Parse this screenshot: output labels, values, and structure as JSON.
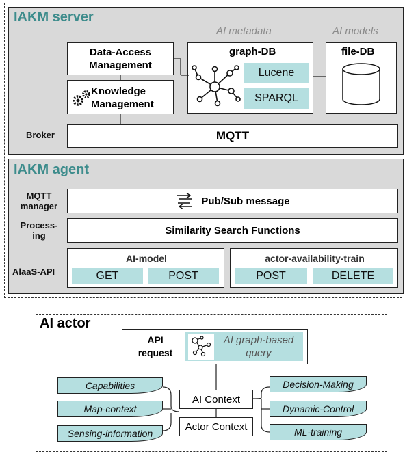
{
  "server": {
    "title": "IAKM server",
    "ai_metadata_label": "AI metadata",
    "ai_models_label": "AI models",
    "data_access": "Data-Access Management",
    "knowledge": "Knowledge Management",
    "graph_db": "graph-DB",
    "lucene": "Lucene",
    "sparql": "SPARQL",
    "file_db": "file-DB",
    "broker_label": "Broker",
    "mqtt": "MQTT"
  },
  "agent": {
    "title": "IAKM agent",
    "mqtt_manager_label": "MQTT manager",
    "pubsub": "Pub/Sub message",
    "processing_label": "Process-ing",
    "similarity": "Similarity Search Functions",
    "aiaas_label": "AlaaS-API",
    "ai_model_title": "AI-model",
    "get": "GET",
    "post": "POST",
    "actor_avail_title": "actor-availability-train",
    "post2": "POST",
    "delete": "DELETE"
  },
  "actor": {
    "title": "AI actor",
    "api_request": "API request",
    "graph_query": "AI graph-based query",
    "ai_context": "AI Context",
    "actor_context": "Actor Context",
    "left_items": [
      "Capabilities",
      "Map-context",
      "Sensing-information"
    ],
    "right_items": [
      "Decision-Making",
      "Dynamic-Control",
      "ML-training"
    ]
  },
  "colors": {
    "teal_title": "#3d8c8c",
    "teal_fill": "#b5dfe0",
    "panel_grey": "#d9d9d9"
  }
}
